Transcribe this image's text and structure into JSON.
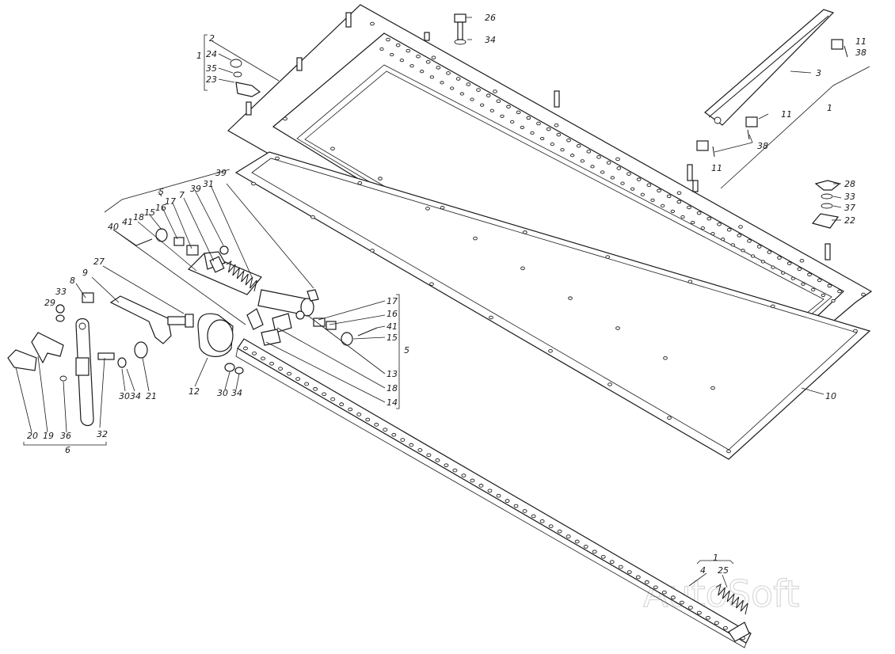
{
  "watermark": "AutoSoft",
  "labels": {
    "l1a": "1",
    "l2": "2",
    "l24": "24",
    "l35": "35",
    "l23": "23",
    "l26": "26",
    "l34a": "34",
    "l11a": "11",
    "l38a": "38",
    "l3": "3",
    "l11b": "11",
    "l1b": "1",
    "l38b": "38",
    "l11c": "11",
    "l28": "28",
    "l33a": "33",
    "l37": "37",
    "l22": "22",
    "l5a": "5",
    "l39a": "39",
    "l31": "31",
    "l39b": "39",
    "l7": "7",
    "l17a": "17",
    "l16a": "16",
    "l15a": "15",
    "l18a": "18",
    "l41a": "41",
    "l40": "40",
    "l27": "27",
    "l9": "9",
    "l8": "8",
    "l33b": "33",
    "l29": "29",
    "l17b": "17",
    "l16b": "16",
    "l41b": "41",
    "l15b": "15",
    "l5b": "5",
    "l13": "13",
    "l18b": "18",
    "l14": "14",
    "l30a": "30",
    "l34b": "34",
    "l21": "21",
    "l12": "12",
    "l30b": "30",
    "l34c": "34",
    "l20": "20",
    "l19": "19",
    "l36": "36",
    "l32": "32",
    "l6": "6",
    "l10": "10",
    "l1c": "1",
    "l4": "4",
    "l25": "25"
  }
}
